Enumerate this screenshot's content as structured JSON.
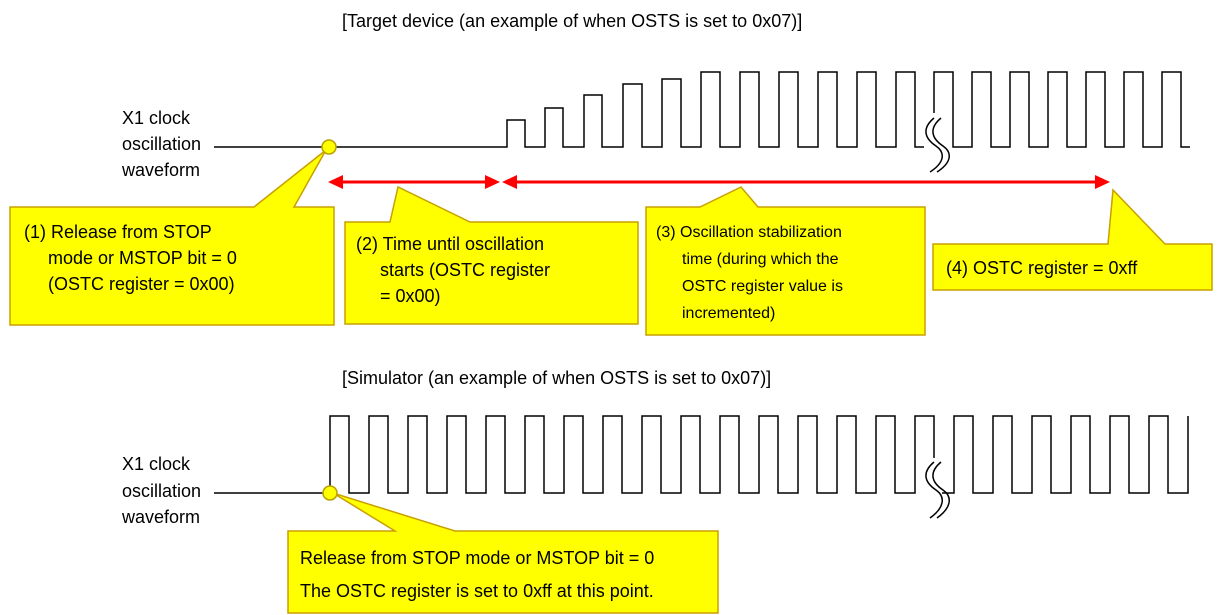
{
  "target": {
    "title": "[Target device (an example of when OSTS is set to 0x07)]",
    "signal_label": [
      "X1 clock",
      "oscillation",
      "waveform"
    ],
    "callouts": {
      "c1": [
        "(1) Release from STOP",
        "mode or MSTOP bit = 0",
        "(OSTC register = 0x00)"
      ],
      "c2": [
        "(2) Time until oscillation",
        "starts (OSTC register",
        "= 0x00)"
      ],
      "c3": [
        "(3) Oscillation stabilization",
        "time (during which the",
        "OSTC register value is",
        "incremented)"
      ],
      "c4": [
        "(4) OSTC register = 0xff"
      ]
    }
  },
  "simulator": {
    "title": "[Simulator (an example of when OSTS is set to 0x07)]",
    "signal_label": [
      "X1 clock",
      "oscillation",
      "waveform"
    ],
    "callout": [
      "Release from STOP mode or MSTOP bit = 0",
      "The OSTC register is set to 0xff at this point."
    ]
  },
  "colors": {
    "callout_fill": "#ffff00",
    "callout_stroke": "#c8a000",
    "arrow": "#ff0000",
    "marker": "#ffff00"
  }
}
